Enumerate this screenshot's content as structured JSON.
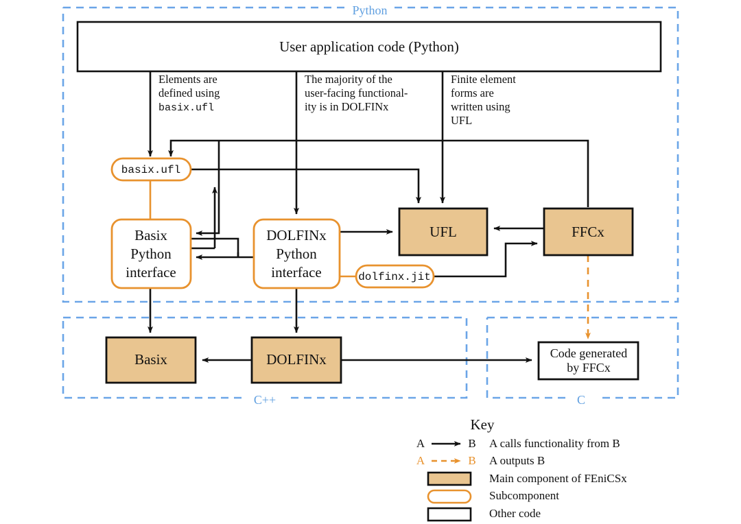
{
  "title": "FEniCSx component architecture diagram",
  "colors": {
    "component_fill": "#e9c590",
    "component_stroke": "#111111",
    "subcomponent_stroke": "#e8922e",
    "other_code_stroke": "#111111",
    "region_dash": "#6ba5e7",
    "output_arrow": "#e8922e",
    "call_arrow": "#111111",
    "background": "#ffffff"
  },
  "regions": [
    {
      "id": "python",
      "label": "Python"
    },
    {
      "id": "cpp",
      "label": "C++"
    },
    {
      "id": "c",
      "label": "C"
    }
  ],
  "blocks": {
    "user_app": {
      "label": "User application code (Python)",
      "kind": "other-code"
    },
    "basix_ufl": {
      "label": "basix.ufl",
      "kind": "subcomponent"
    },
    "basix_python": {
      "label_lines": [
        "Basix",
        "Python",
        "interface"
      ],
      "kind": "subcomponent"
    },
    "dolfinx_python": {
      "label_lines": [
        "DOLFINx",
        "Python",
        "interface"
      ],
      "kind": "subcomponent"
    },
    "dolfinx_jit": {
      "label": "dolfinx.jit",
      "kind": "subcomponent"
    },
    "ufl": {
      "label": "UFL",
      "kind": "main-component"
    },
    "ffcx": {
      "label": "FFCx",
      "kind": "main-component"
    },
    "basix": {
      "label": "Basix",
      "kind": "main-component"
    },
    "dolfinx": {
      "label": "DOLFINx",
      "kind": "main-component"
    },
    "generated_code": {
      "label_lines": [
        "Code generated",
        "by FFCx"
      ],
      "kind": "other-code"
    }
  },
  "annotations": [
    {
      "id": "ann-basix-ufl",
      "lines": [
        "Elements are",
        "defined using",
        "basix.ufl"
      ],
      "mono_line_index": 2
    },
    {
      "id": "ann-dolfinx",
      "lines": [
        "The majority of the",
        "user-facing functional-",
        "ity is in DOLFINx"
      ],
      "mono_line_index": -1
    },
    {
      "id": "ann-ufl",
      "lines": [
        "Finite element",
        "forms are",
        "written using",
        "UFL"
      ],
      "mono_line_index": -1
    }
  ],
  "key": {
    "title": "Key",
    "entries": [
      {
        "id": "calls",
        "symbol": "solid-arrow",
        "a": "A",
        "b": "B",
        "text": "A calls functionality from B"
      },
      {
        "id": "outputs",
        "symbol": "dashed-arrow",
        "a": "A",
        "b": "B",
        "text": "A outputs B"
      },
      {
        "id": "main-component",
        "symbol": "filled-rect",
        "text": "Main component of FEniCSx"
      },
      {
        "id": "subcomponent",
        "symbol": "rounded-outline",
        "text": "Subcomponent"
      },
      {
        "id": "other-code",
        "symbol": "plain-rect",
        "text": "Other code"
      }
    ]
  }
}
